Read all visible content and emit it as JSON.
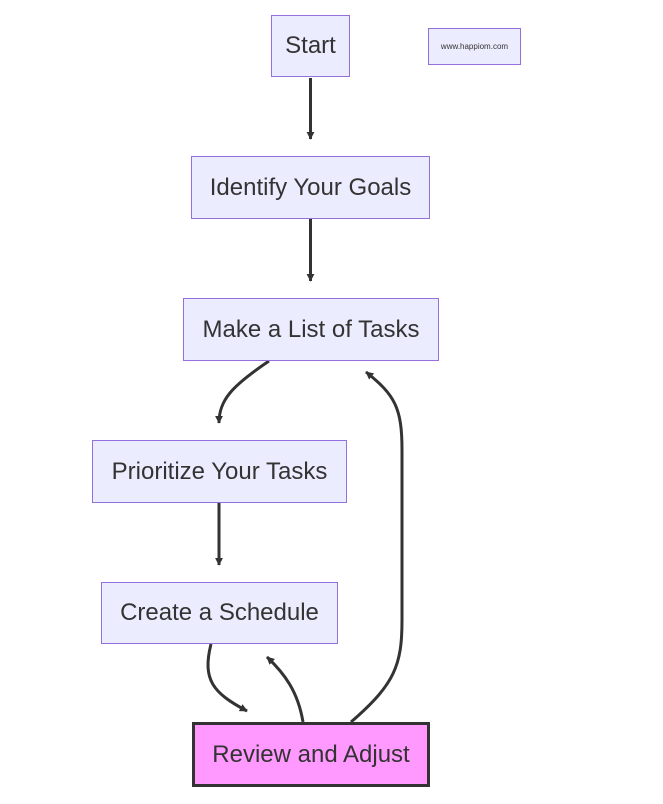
{
  "diagram": {
    "type": "flowchart",
    "node_fill": "#ececff",
    "node_border": "#9370db",
    "highlight_fill": "#ff99ff",
    "highlight_border": "#333333",
    "edge_color": "#333333",
    "watermark": "www.happiom.com",
    "nodes": {
      "start": "Start",
      "identify_goals": "Identify Your Goals",
      "make_list": "Make a List of Tasks",
      "prioritize": "Prioritize Your Tasks",
      "schedule": "Create a Schedule",
      "review": "Review and Adjust"
    },
    "edges": [
      {
        "from": "Start",
        "to": "Identify Your Goals"
      },
      {
        "from": "Identify Your Goals",
        "to": "Make a List of Tasks"
      },
      {
        "from": "Make a List of Tasks",
        "to": "Prioritize Your Tasks"
      },
      {
        "from": "Prioritize Your Tasks",
        "to": "Create a Schedule"
      },
      {
        "from": "Create a Schedule",
        "to": "Review and Adjust"
      },
      {
        "from": "Review and Adjust",
        "to": "Create a Schedule"
      },
      {
        "from": "Review and Adjust",
        "to": "Make a List of Tasks"
      }
    ]
  }
}
